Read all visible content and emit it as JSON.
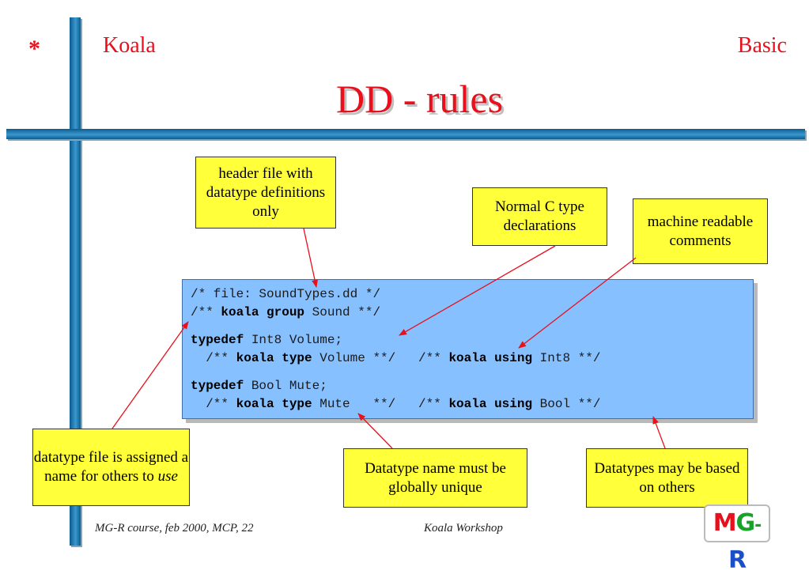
{
  "header": {
    "star": "*",
    "left": "Koala",
    "right": "Basic",
    "title": "DD - rules"
  },
  "code": {
    "line1": "/* file: SoundTypes.dd */",
    "line2a": "/** ",
    "line2b": "koala group",
    "line2c": " Sound **/",
    "line3a": "typedef",
    "line3b": " Int8 Volume;",
    "line4a": "  /** ",
    "line4b": "koala type",
    "line4c": " Volume **/   /** ",
    "line4d": "koala using",
    "line4e": " Int8 **/",
    "line5a": "typedef",
    "line5b": " Bool Mute;",
    "line6a": "  /** ",
    "line6b": "koala type",
    "line6c": " Mute   **/   /** ",
    "line6d": "koala using",
    "line6e": " Bool **/"
  },
  "notes": {
    "header_file": "header file with datatype definitions only",
    "normal_c": "Normal C type declarations",
    "machine": "machine readable comments",
    "datatype_file_a": "datatype file is assigned a name for others to ",
    "datatype_file_b": "use",
    "unique": "Datatype name must be globally unique",
    "based": "Datatypes may be based on others"
  },
  "footer": {
    "left": "MG-R course, feb 2000, MCP, 22",
    "center": "Koala Workshop"
  },
  "logo": {
    "m": "M",
    "g": "G",
    "dash": "-",
    "r": "R"
  },
  "colors": {
    "accent": "#e8101c",
    "bar": "#1f7fbd",
    "note": "#ffff3a",
    "code_bg": "#87c0ff"
  }
}
